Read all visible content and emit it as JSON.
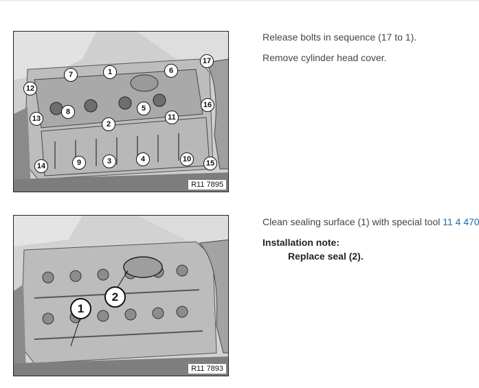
{
  "steps": [
    {
      "figure_label": "R11 7895",
      "callouts": [
        "1",
        "2",
        "3",
        "4",
        "5",
        "6",
        "7",
        "8",
        "9",
        "10",
        "11",
        "12",
        "13",
        "14",
        "15",
        "16",
        "17"
      ],
      "text1": "Release bolts in sequence (17 to 1).",
      "text2": "Remove cylinder head cover."
    },
    {
      "figure_label": "R11 7893",
      "callouts": [
        "1",
        "2"
      ],
      "text_prefix": "Clean sealing surface (1) with special tool ",
      "tool_link": "11 4 470",
      "note_title": "Installation note:",
      "note_body": "Replace seal (2)."
    }
  ]
}
